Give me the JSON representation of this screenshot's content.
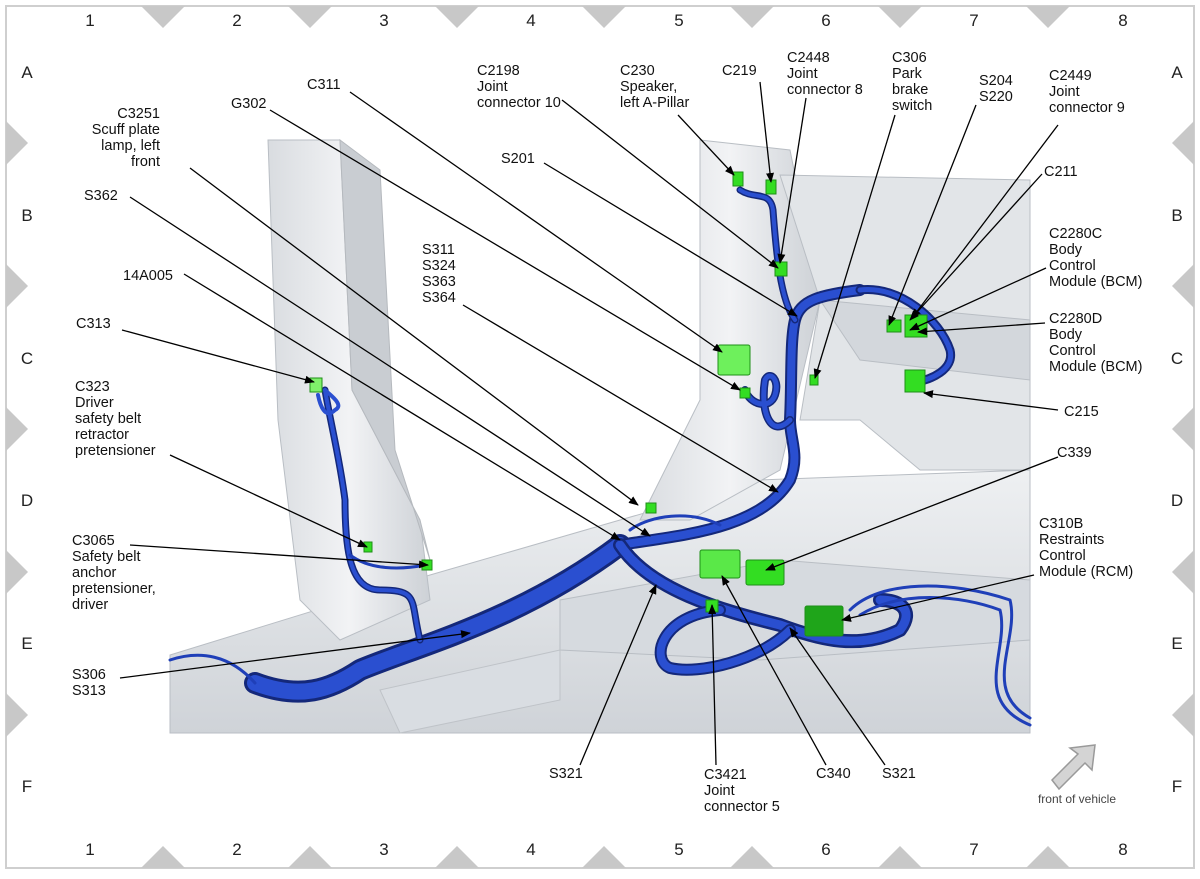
{
  "grid": {
    "columns": [
      "1",
      "2",
      "3",
      "4",
      "5",
      "6",
      "7",
      "8"
    ],
    "rows": [
      "A",
      "B",
      "C",
      "D",
      "E",
      "F"
    ]
  },
  "callouts": [
    {
      "id": "c3251",
      "lines": [
        "C3251",
        "Scuff plate",
        "lamp, left",
        "front"
      ]
    },
    {
      "id": "g302",
      "lines": [
        "G302"
      ]
    },
    {
      "id": "c311",
      "lines": [
        "C311"
      ]
    },
    {
      "id": "c2198",
      "lines": [
        "C2198",
        "Joint",
        "connector 10"
      ]
    },
    {
      "id": "c230",
      "lines": [
        "C230",
        "Speaker,",
        "left A-Pillar"
      ]
    },
    {
      "id": "c219",
      "lines": [
        "C219"
      ]
    },
    {
      "id": "c2448",
      "lines": [
        "C2448",
        "Joint",
        "connector 8"
      ]
    },
    {
      "id": "c306",
      "lines": [
        "C306",
        "Park",
        "brake",
        "switch"
      ]
    },
    {
      "id": "s204",
      "lines": [
        "S204",
        "S220"
      ]
    },
    {
      "id": "c2449",
      "lines": [
        "C2449",
        "Joint",
        "connector 9"
      ]
    },
    {
      "id": "s201",
      "lines": [
        "S201"
      ]
    },
    {
      "id": "c211",
      "lines": [
        "C211"
      ]
    },
    {
      "id": "s362",
      "lines": [
        "S362"
      ]
    },
    {
      "id": "c2280c",
      "lines": [
        "C2280C",
        "Body",
        "Control",
        "Module (BCM)"
      ]
    },
    {
      "id": "a14a005",
      "lines": [
        "14A005"
      ]
    },
    {
      "id": "s311",
      "lines": [
        "S311",
        "S324",
        "S363",
        "S364"
      ]
    },
    {
      "id": "c2280d",
      "lines": [
        "C2280D",
        "Body",
        "Control",
        "Module (BCM)"
      ]
    },
    {
      "id": "c313",
      "lines": [
        "C313"
      ]
    },
    {
      "id": "c323",
      "lines": [
        "C323",
        "Driver",
        "safety belt",
        "retractor",
        "pretensioner"
      ]
    },
    {
      "id": "c215",
      "lines": [
        "C215"
      ]
    },
    {
      "id": "c339",
      "lines": [
        "C339"
      ]
    },
    {
      "id": "c3065",
      "lines": [
        "C3065",
        "Safety belt",
        "anchor",
        "pretensioner,",
        "driver"
      ]
    },
    {
      "id": "c310b",
      "lines": [
        "C310B",
        "Restraints",
        "Control",
        "Module (RCM)"
      ]
    },
    {
      "id": "s306",
      "lines": [
        "S306",
        "S313"
      ]
    },
    {
      "id": "s321a",
      "lines": [
        "S321"
      ]
    },
    {
      "id": "c3421",
      "lines": [
        "C3421",
        "Joint",
        "connector 5"
      ]
    },
    {
      "id": "c340",
      "lines": [
        "C340"
      ]
    },
    {
      "id": "s321b",
      "lines": [
        "S321"
      ]
    }
  ],
  "front_label": "front of vehicle",
  "colors": {
    "harness": "#1f3fb8",
    "harness_dark": "#14287a",
    "connector": "#33dd22",
    "body_panel": "#e4e6e9",
    "frame_marker": "#c8c8c8"
  }
}
